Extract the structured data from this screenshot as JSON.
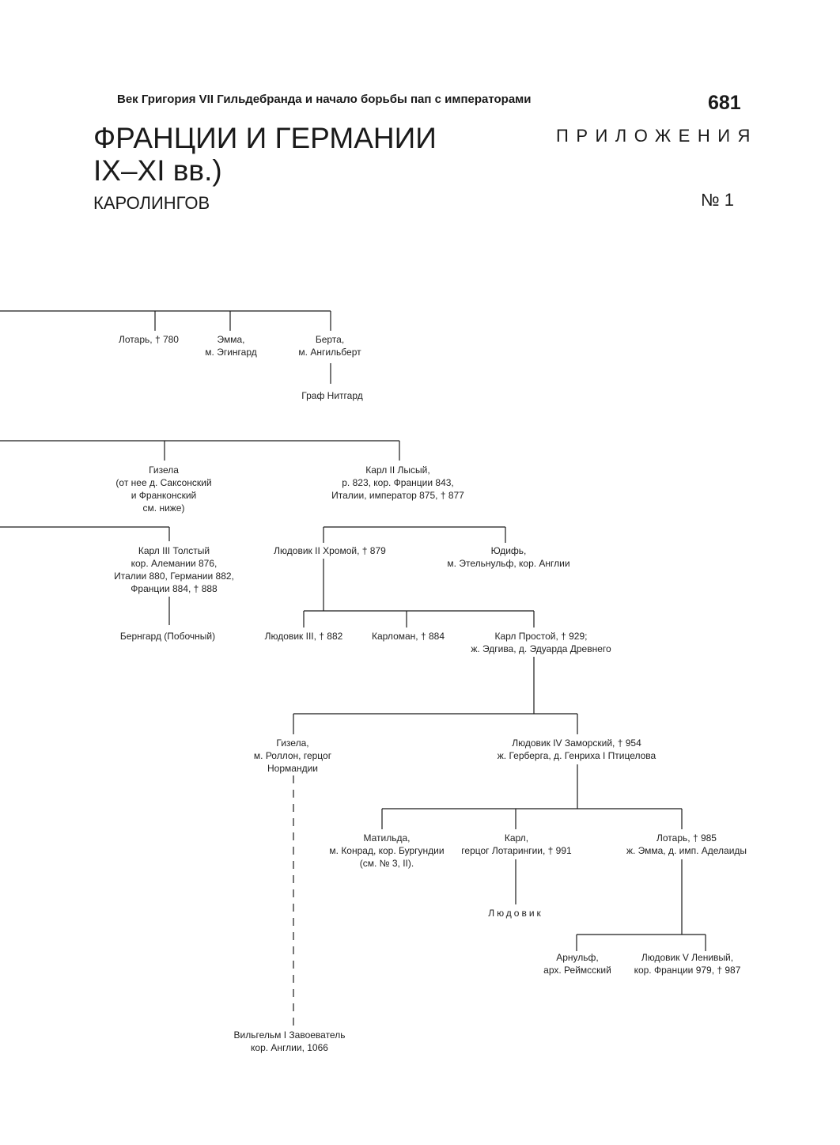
{
  "header": {
    "running_title": "Век Григория  VII Гильдебранда и начало борьбы пап с императорами",
    "page_number": "681"
  },
  "title_block": {
    "title_line1": "ФРАНЦИИ И ГЕРМАНИИ",
    "title_line2": "IX–XI вв.)",
    "subtitle": "КАРОЛИНГОВ"
  },
  "section": {
    "label": "ПРИЛОЖЕНИЯ",
    "number": "№ 1"
  },
  "tree": {
    "lothar": "Лотарь, † 780",
    "emma": "Эмма,\nм. Эгингард",
    "bertha": "Берта,\nм. Ангильберт",
    "nithard": "Граф Нитгард",
    "gisela_1": "Гизела\n(от нее д. Саксонский\nи Франконский\nсм. ниже)",
    "charles_bald": "Карл II Лысый,\nр. 823, кор. Франции 843,\nИталии, император 875, † 877",
    "charles_fat": "Карл III Толстый\nкор. Алемании 876,\nИталии 880, Германии 882,\nФранции 884, † 888",
    "louis_stammerer": "Людовик II Хромой, † 879",
    "judith": "Юдифь,\nм. Этельнульф, кор. Англии",
    "bernard": "Бернгард (Побочный)",
    "louis_iii": "Людовик III, † 882",
    "carloman": "Карломан, † 884",
    "charles_simple": "Карл Простой, † 929;\nж. Эдгива, д. Эдуарда Древнего",
    "gisela_2": "Гизела,\nм. Роллон, герцог\nНормандии",
    "louis_iv": "Людовик IV Заморский, † 954\nж. Герберга, д. Генриха I Птицелова",
    "matilda": "Матильда,\nм. Конрад, кор. Бургундии\n(см. № 3, II).",
    "charles_lorraine": "Карл,\nгерцог Лотарингии, † 991",
    "lothar_985": "Лотарь, † 985\nж. Эмма, д. имп. Аделаиды",
    "louis_son": "Людовик",
    "arnulf": "Арнульф,\nарх. Реймсский",
    "louis_v": "Людовик V Ленивый,\nкор. Франции 979, † 987",
    "william": "Вильгельм I Завоеватель\nкор. Англии, 1066"
  }
}
